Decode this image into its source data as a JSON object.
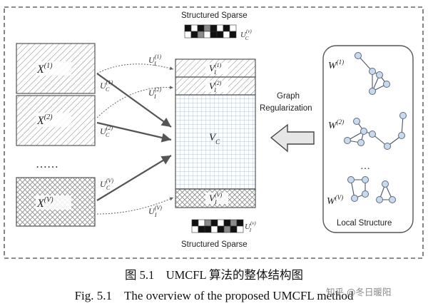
{
  "labels": {
    "structured_sparse_top": "Structured Sparse",
    "structured_sparse_bottom": "Structured Sparse",
    "graph_regularization_line1": "Graph",
    "graph_regularization_line2": "Regularization",
    "local_structure": "Local Structure",
    "ellipsis_left": "……",
    "ellipsis_right": "…"
  },
  "views": [
    {
      "name": "X",
      "sup": "(1)"
    },
    {
      "name": "X",
      "sup": "(2)"
    },
    {
      "name": "X",
      "sup": "(V)"
    }
  ],
  "projections": [
    {
      "u": "U",
      "sub": "I",
      "sup": "(1)"
    },
    {
      "u": "U",
      "sub": "C",
      "sup": "(1)"
    },
    {
      "u": "U",
      "sub": "I",
      "sup": "(2)"
    },
    {
      "u": "U",
      "sub": "C",
      "sup": "(2)"
    },
    {
      "u": "U",
      "sub": "C",
      "sup": "(V)"
    },
    {
      "u": "U",
      "sub": "I",
      "sup": "(V)"
    }
  ],
  "latent": {
    "top1": {
      "v": "V",
      "sub": "I",
      "sup": "(1)"
    },
    "top2": {
      "v": "V",
      "sub": "I",
      "sup": "(2)"
    },
    "center": {
      "v": "V",
      "sub": "C"
    },
    "bottom": {
      "v": "V",
      "sub": "I",
      "sup": "(V)"
    }
  },
  "sparse_top_label": {
    "u": "U",
    "sub": "C",
    "sup": "(v)"
  },
  "sparse_bottom_label": {
    "u": "U",
    "sub": "I",
    "sup": "(v)"
  },
  "graphs": [
    {
      "w": "W",
      "sup": "(1)"
    },
    {
      "w": "W",
      "sup": "(2)"
    },
    {
      "w": "W",
      "sup": "(V)"
    }
  ],
  "caption": {
    "cn": "图 5.1　UMCFL 算法的整体结构图",
    "en": "Fig. 5.1　The overview of the proposed UMCFL method"
  },
  "watermark": "知乎 @冬日暖阳",
  "colors": {
    "stroke": "#555555",
    "node_fill": "#c9d9ee",
    "node_stroke": "#5a6a80",
    "grid": "#9ab3cc",
    "arrow_fill": "#e6e6e6"
  }
}
